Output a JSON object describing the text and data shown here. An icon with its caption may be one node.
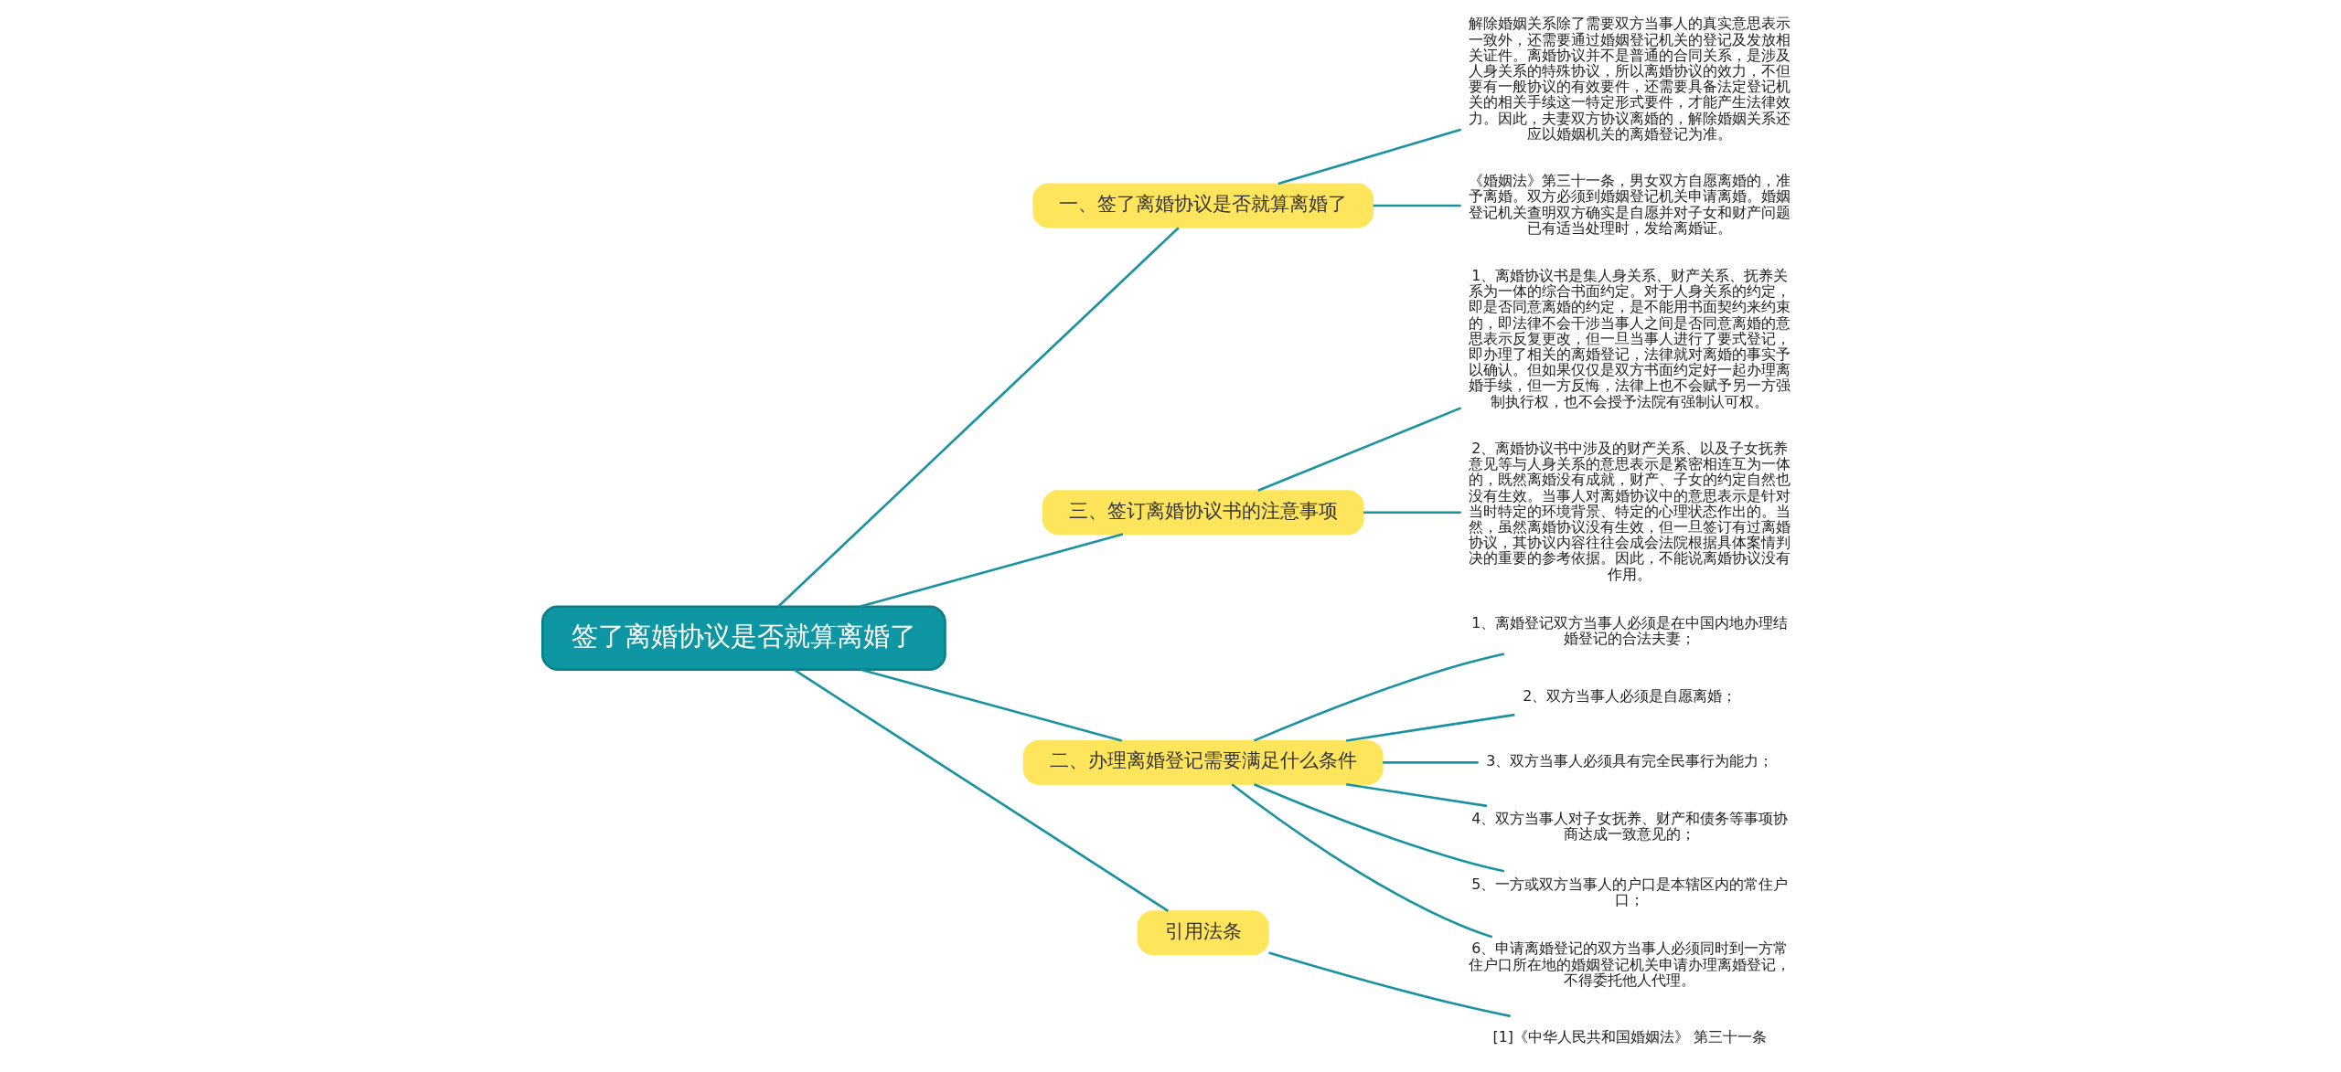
{
  "diagram": {
    "nodes": [
      {
        "text": [
          "签了离婚协议是否就算离婚了"
        ]
      },
      {
        "text": [
          "一、签了离婚协议是否就算离婚了"
        ]
      },
      {
        "text": [
          "解除婚姻关系除了需要双方当事人的真实意思表示一致外，还需要通过婚姻登记机关的登记及发放相关证件。离婚协议并不是普通的合同关系，是涉及人身关系的特殊协议，所以离婚协议的效力，不但要有一般协议的有效要件，还需要具备法定登记机关的相关手续这一特定形式要件，才能产生法律效力。因此，夫妻双方协议离婚的，解除婚姻关系还应以婚姻机关的离婚登记为准。"
        ]
      },
      {
        "text": [
          "《婚姻法》第三十一条，男女双方自愿离婚的，准予离婚。双方必须到婚姻登记机关申请离婚。婚姻登记机关查明双方确实是自愿并对子女和财产问题已有适当处理时，发给离婚证。"
        ]
      },
      {
        "text": [
          "三、签订离婚协议书的注意事项"
        ]
      },
      {
        "text": [
          "1、离婚协议书是集人身关系、财产关系、抚养关系为一体的综合书面约定。对于人身关系的约定，即是否同意离婚的约定，是不能用书面契约来约束的，即法律不会干涉当事人之间是否同意离婚的意思表示反复更改，但一旦当事人进行了要式登记，即办理了相关的离婚登记，法律就对离婚的事实予以确认。但如果仅仅是双方书面约定好一起办理离婚手续，但一方反悔，法律上也不会赋予另一方强制执行权，也不会授予法院有强制认可权。"
        ]
      },
      {
        "text": [
          "2、离婚协议书中涉及的财产关系、以及子女抚养意见等与人身关系的意思表示是紧密相连互为一体的，既然离婚没有成就，财产、子女的约定自然也没有生效。当事人对离婚协议中的意思表示是针对当时特定的环境背景、特定的心理状态作出的。当然，虽然离婚协议没有生效，但一旦签订有过离婚协议，其协议内容往往会成会法院根据具体案情判决的重要的参考依据。因此，不能说离婚协议没有作用。"
        ]
      },
      {
        "text": [
          "二、办理离婚登记需要满足什么条件"
        ]
      },
      {
        "text": [
          "1、离婚登记双方当事人必须是在中国内地办理结婚登记的合法夫妻；"
        ]
      },
      {
        "text": [
          "2、双方当事人必须是自愿离婚；"
        ]
      },
      {
        "text": [
          "3、双方当事人必须具有完全民事行为能力；"
        ]
      },
      {
        "text": [
          "4、双方当事人对子女抚养、财产和债务等事项协商达成一致意见的；"
        ]
      },
      {
        "text": [
          "5、一方或双方当事人的户口是本辖区内的常住户口；"
        ]
      },
      {
        "text": [
          "6、申请离婚登记的双方当事人必须同时到一方常住户口所在地的婚姻登记机关申请办理离婚登记，不得委托他人代理。"
        ]
      },
      {
        "text": [
          "引用法条"
        ]
      },
      {
        "text": [
          "[1]《中华人民共和国婚姻法》 第三十一条"
        ]
      }
    ],
    "edges": [
      {
        "from": 0,
        "to": 1,
        "arrow": "none"
      },
      {
        "from": 1,
        "to": 2,
        "arrow": "none"
      },
      {
        "from": 1,
        "to": 3,
        "arrow": "none"
      },
      {
        "from": 0,
        "to": 4,
        "arrow": "none"
      },
      {
        "from": 4,
        "to": 5,
        "arrow": "none"
      },
      {
        "from": 4,
        "to": 6,
        "arrow": "none"
      },
      {
        "from": 0,
        "to": 7,
        "arrow": "none"
      },
      {
        "from": 7,
        "to": 8,
        "arrow": "none"
      },
      {
        "from": 7,
        "to": 9,
        "arrow": "none"
      },
      {
        "from": 7,
        "to": 10,
        "arrow": "none"
      },
      {
        "from": 7,
        "to": 11,
        "arrow": "none"
      },
      {
        "from": 7,
        "to": 12,
        "arrow": "none"
      },
      {
        "from": 7,
        "to": 13,
        "arrow": "none"
      },
      {
        "from": 0,
        "to": 14,
        "arrow": "none"
      },
      {
        "from": 14,
        "to": 15,
        "arrow": "none"
      }
    ]
  }
}
